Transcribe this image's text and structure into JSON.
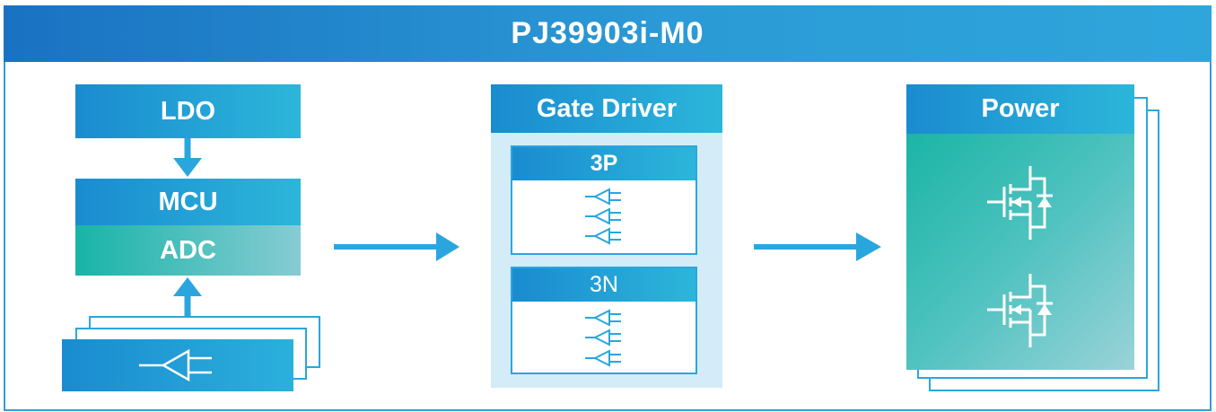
{
  "title": "PJ39903i-M0",
  "blocks": {
    "ldo": "LDO",
    "mcu": "MCU",
    "adc": "ADC",
    "gate_driver": "Gate Driver",
    "gate_p": "3P",
    "gate_n": "3N",
    "power": "Power"
  },
  "colors": {
    "accent_blue": "#2aa6de",
    "header_blue": "#1a72c2",
    "teal": "#17b4a8"
  },
  "icons": [
    "amplifier-icon",
    "gate-driver-buffer-icon",
    "mosfet-icon",
    "arrow-right-icon",
    "arrow-down-icon",
    "arrow-up-icon"
  ]
}
